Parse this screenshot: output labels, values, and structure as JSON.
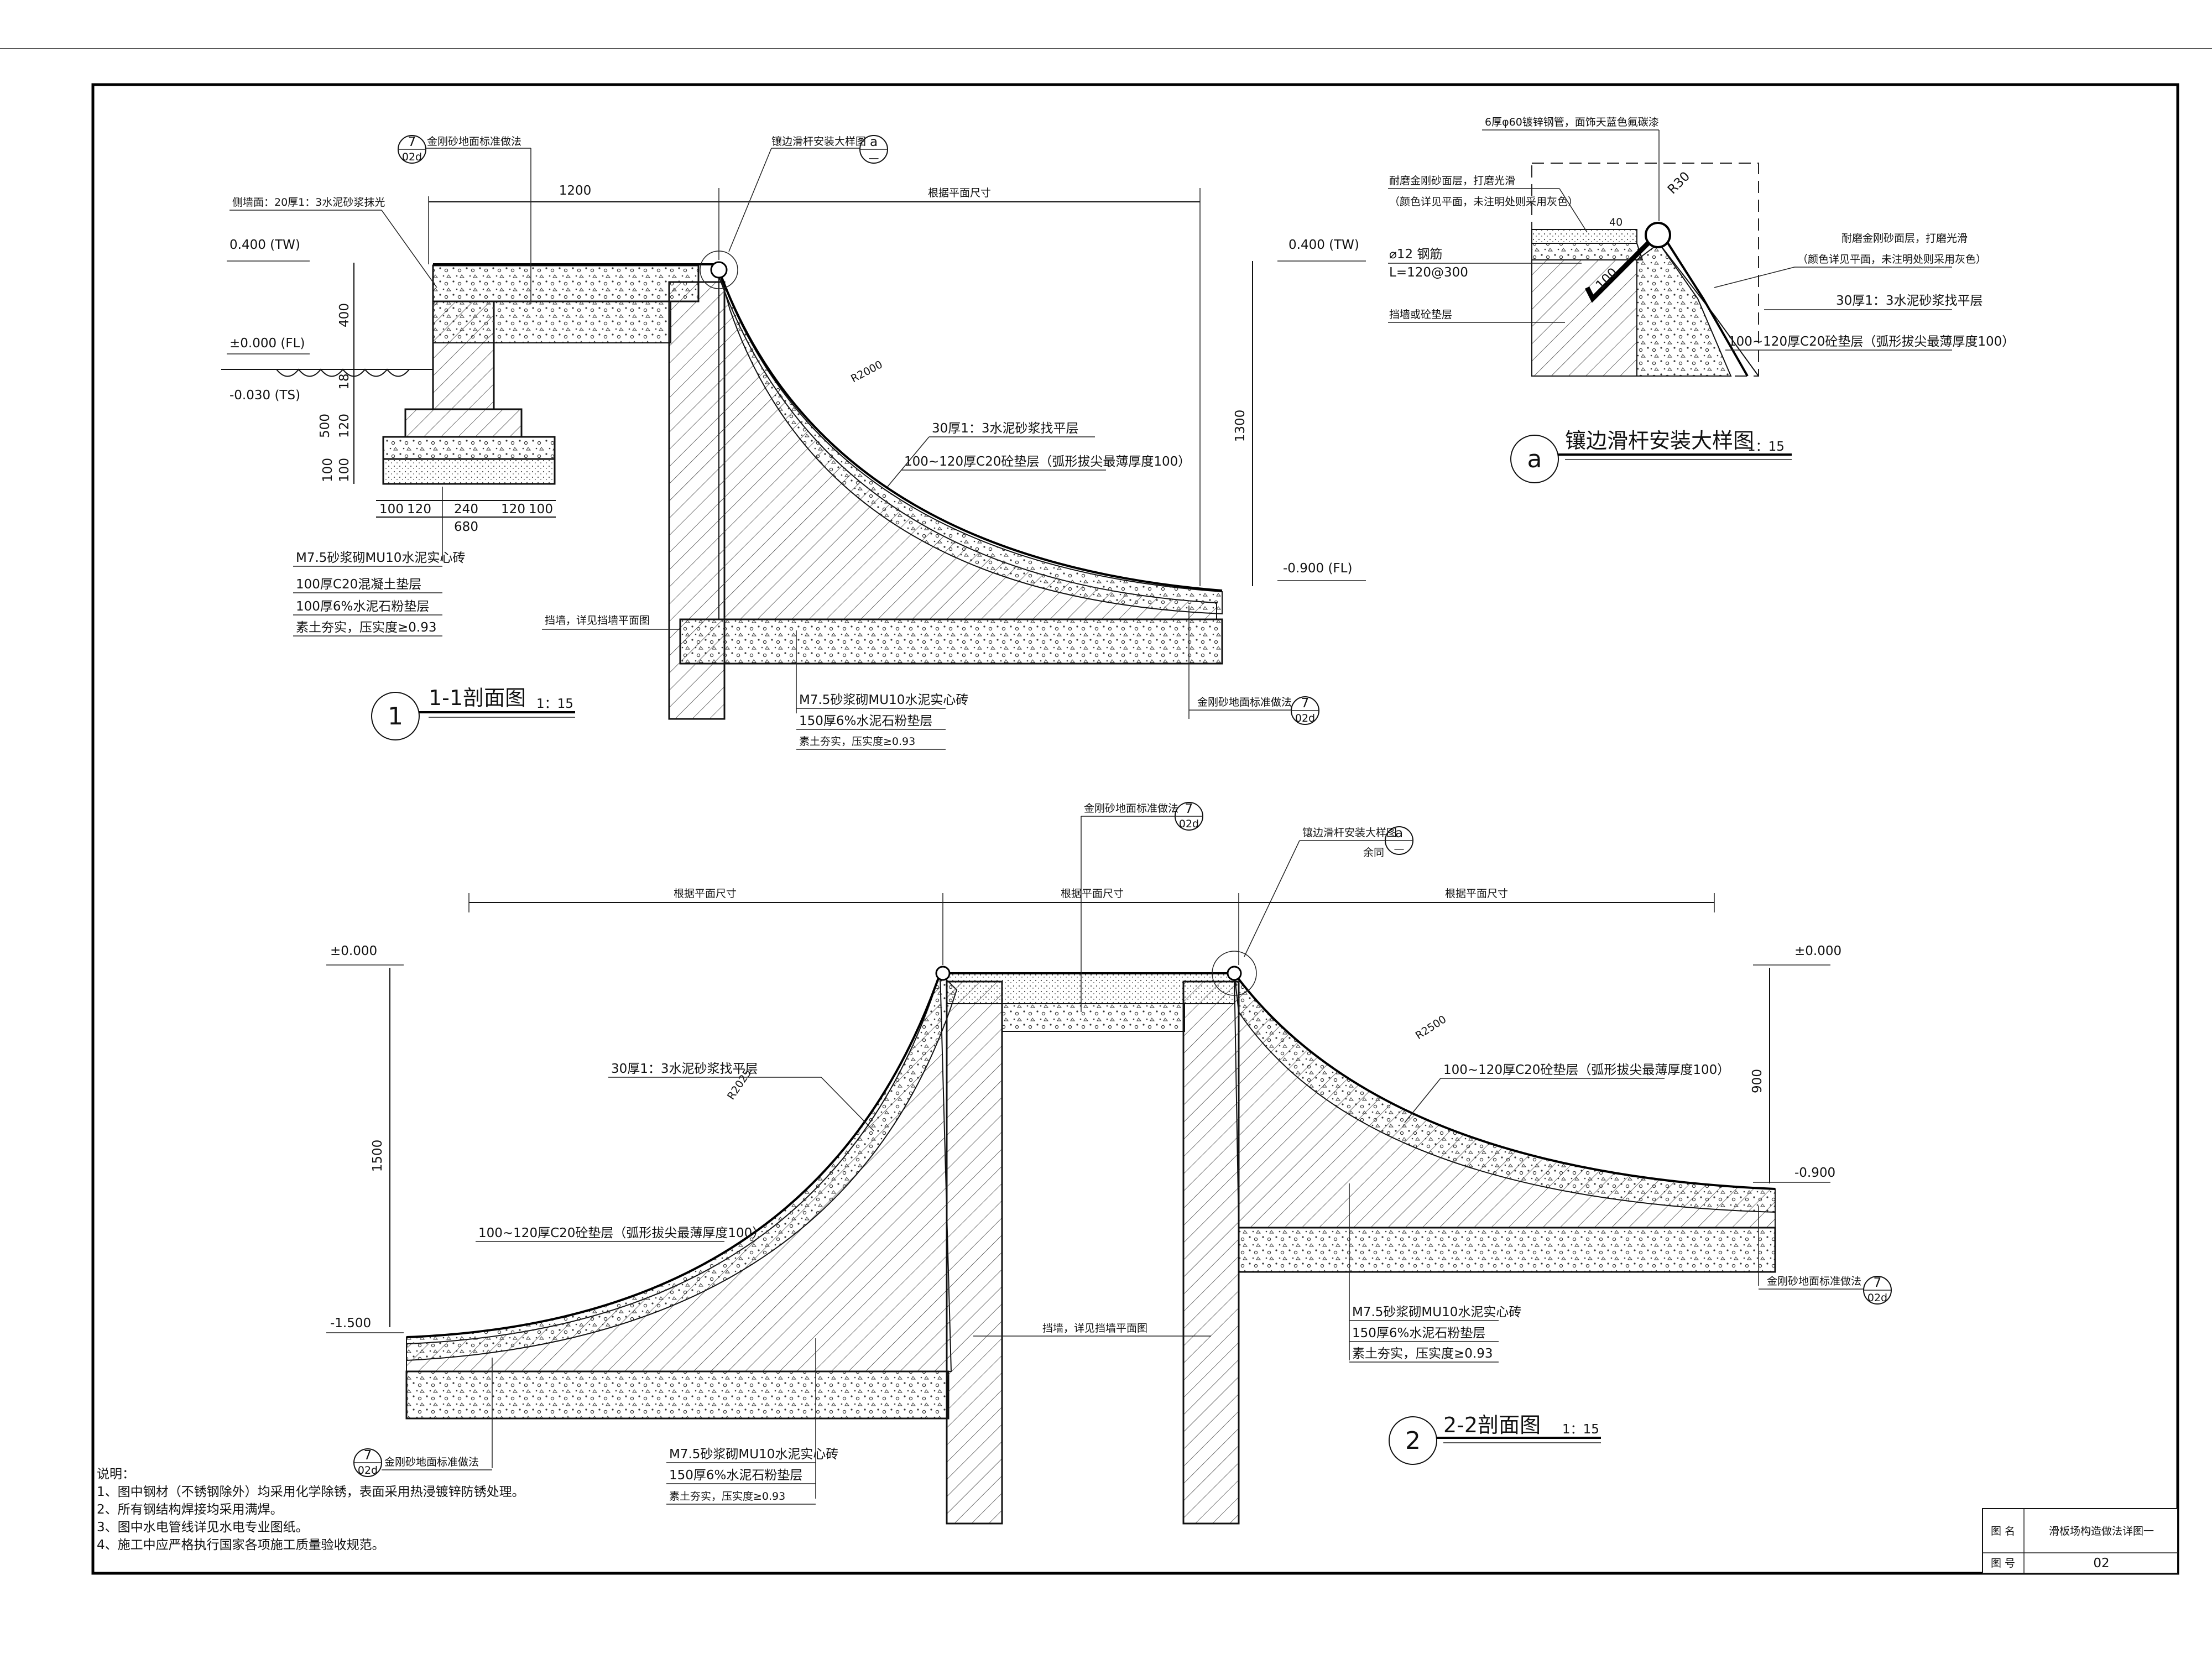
{
  "page": {
    "background": "#ffffff",
    "line_color": "#111111"
  },
  "section1": {
    "callout_ref": {
      "num": "7",
      "sheet": "02d",
      "label": "金刚砂地面标准做法"
    },
    "detail_ref": {
      "label": "镶边滑杆安装大样图",
      "num": "a",
      "sheet": "—"
    },
    "wall_note": "侧墙面：20厚1：3水泥砂浆抹光",
    "dim_top_left": "1200",
    "dim_top_right": "根据平面尺寸",
    "elev_tw_left": "0.400 (TW)",
    "elev_fl": "±0.000 (FL)",
    "elev_ts": "-0.030 (TS)",
    "elev_tw_right": "0.400 (TW)",
    "elev_bottom": "-0.900 (FL)",
    "dim_400": "400",
    "dim_18": "18",
    "dim_500": "500",
    "dim_120": "120",
    "dim_100a": "100",
    "dim_100b": "100",
    "dim_1300": "1300",
    "radius": "R2000",
    "footing_dims": [
      "100",
      "120",
      "240",
      "120",
      "100"
    ],
    "footing_total": "680",
    "layers_left": [
      "M7.5砂浆砌MU10水泥实心砖",
      "100厚C20混凝土垫层",
      "100厚6%水泥石粉垫层",
      "素土夯实，压实度≥0.93"
    ],
    "ramp_note1": "30厚1：3水泥砂浆找平层",
    "ramp_note2": "100~120厚C20砼垫层（弧形拔尖最薄厚度100）",
    "wall_ref": "挡墙，详见挡墙平面图",
    "layers_bottom": [
      "M7.5砂浆砌MU10水泥实心砖",
      "150厚6%水泥石粉垫层",
      "素土夯实，压实度≥0.93"
    ],
    "floor_ref": {
      "label": "金刚砂地面标准做法",
      "num": "7",
      "sheet": "02d"
    },
    "title": {
      "num": "1",
      "name": "1-1剖面图",
      "scale": "1：15"
    }
  },
  "detail_a": {
    "pipe_note": "6厚φ60镀锌钢管，面饰天蓝色氟碳漆",
    "left_note1": "耐磨金刚砂面层，打磨光滑",
    "left_note2": "（颜色详见平面，未注明处则采用灰色）",
    "rebar1": "⌀12 钢筋",
    "rebar2": "L=120@300",
    "wall_note": "挡墙或砼垫层",
    "right_note1": "耐磨金刚砂面层，打磨光滑",
    "right_note2": "（颜色详见平面，未注明处则采用灰色）",
    "right_note3": "30厚1：3水泥砂浆找平层",
    "right_note4": "100~120厚C20砼垫层（弧形拔尖最薄厚度100）",
    "r30": "R30",
    "dim_100": "100",
    "dim_40": "40",
    "title": {
      "num": "a",
      "name": "镶边滑杆安装大样图",
      "scale": "1：15"
    }
  },
  "section2": {
    "callout_top": {
      "label": "金刚砂地面标准做法",
      "num": "7",
      "sheet": "02d"
    },
    "detail_ref": {
      "label": "镶边滑杆安装大样图",
      "sub": "余同",
      "num": "a",
      "sheet": "—"
    },
    "dim_left": "根据平面尺寸",
    "dim_mid": "根据平面尺寸",
    "dim_right": "根据平面尺寸",
    "elev_left_top": "±0.000",
    "elev_right_top": "±0.000",
    "elev_left_bottom": "-1.500",
    "elev_right_bottom": "-0.900",
    "dim_1500": "1500",
    "dim_900": "900",
    "radius_left": "R2025",
    "radius_right": "R2500",
    "note_left1": "30厚1：3水泥砂浆找平层",
    "note_left2": "100~120厚C20砼垫层（弧形拔尖最薄厚度100）",
    "note_right": "100~120厚C20砼垫层（弧形拔尖最薄厚度100）",
    "wall_ref": "挡墙，详见挡墙平面图",
    "layers_right": [
      "M7.5砂浆砌MU10水泥实心砖",
      "150厚6%水泥石粉垫层",
      "素土夯实，压实度≥0.93"
    ],
    "layers_bottom": [
      "M7.5砂浆砌MU10水泥实心砖",
      "150厚6%水泥石粉垫层",
      "素土夯实，压实度≥0.93"
    ],
    "floor_ref_left": {
      "label": "金刚砂地面标准做法",
      "num": "7",
      "sheet": "02d"
    },
    "floor_ref_right": {
      "label": "金刚砂地面标准做法",
      "num": "7",
      "sheet": "02d"
    },
    "title": {
      "num": "2",
      "name": "2-2剖面图",
      "scale": "1：15"
    }
  },
  "notes": {
    "heading": "说明：",
    "items": [
      "1、图中钢材（不锈钢除外）均采用化学除锈，表面采用热浸镀锌防锈处理。",
      "2、所有钢结构焊接均采用满焊。",
      "3、图中水电管线详见水电专业图纸。",
      "4、施工中应严格执行国家各项施工质量验收规范。"
    ]
  },
  "title_block": {
    "drawing_name_label": "图  名",
    "drawing_name": "滑板场构造做法详图一",
    "drawing_no_label": "图  号",
    "drawing_no": "02"
  }
}
